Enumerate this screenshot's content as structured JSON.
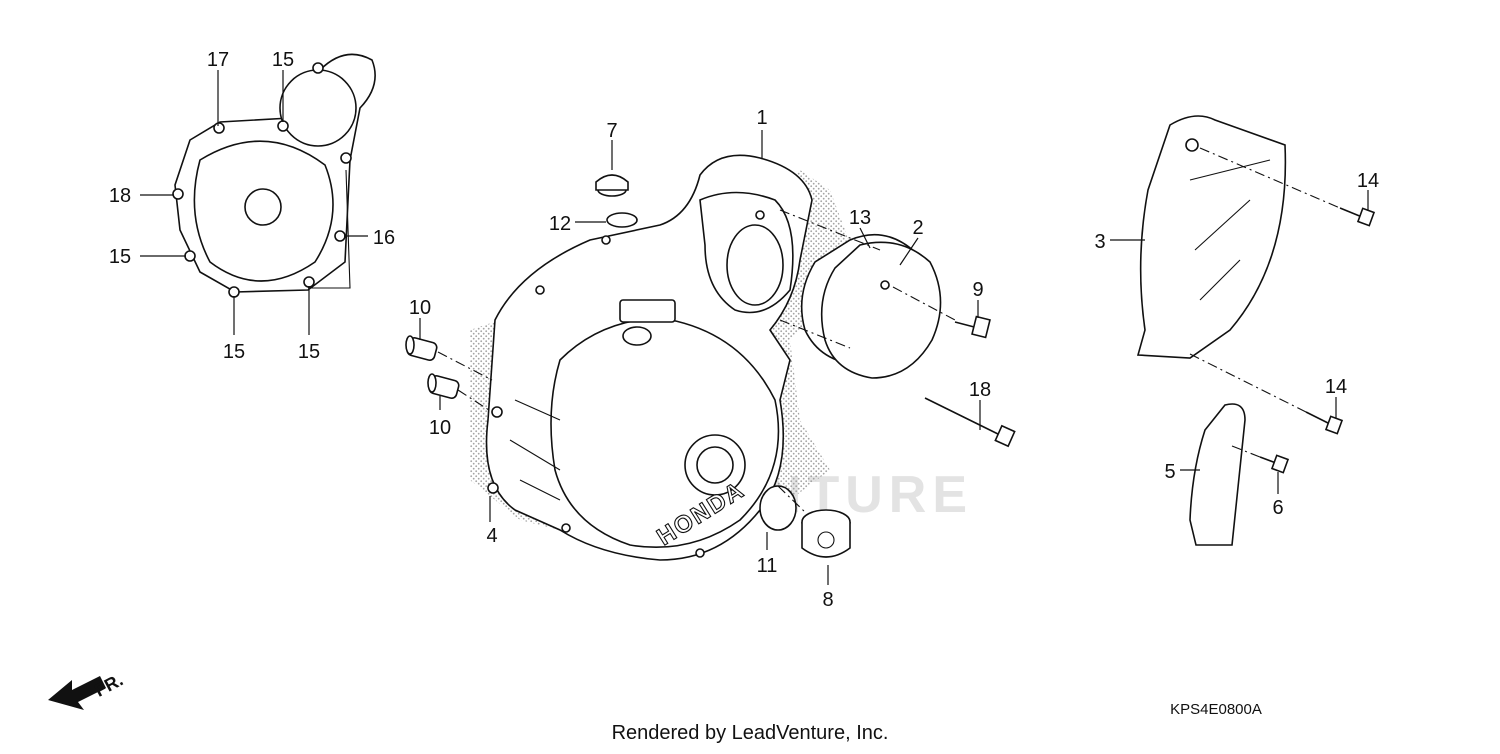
{
  "diagram": {
    "diagram_code": "KPS4E0800A",
    "footer": "Rendered by LeadVenture, Inc.",
    "watermark": "LEADVENTURE",
    "direction_marker": "FR.",
    "embossed_text": "HONDA",
    "callouts": [
      "1",
      "2",
      "3",
      "4",
      "5",
      "6",
      "7",
      "8",
      "9",
      "10",
      "10",
      "11",
      "12",
      "13",
      "14",
      "14",
      "15",
      "15",
      "15",
      "15",
      "16",
      "17",
      "18",
      "18"
    ]
  },
  "colors": {
    "ink": "#111111",
    "watermark": "#e3e3e3",
    "stipple": "#9a9a9a"
  }
}
